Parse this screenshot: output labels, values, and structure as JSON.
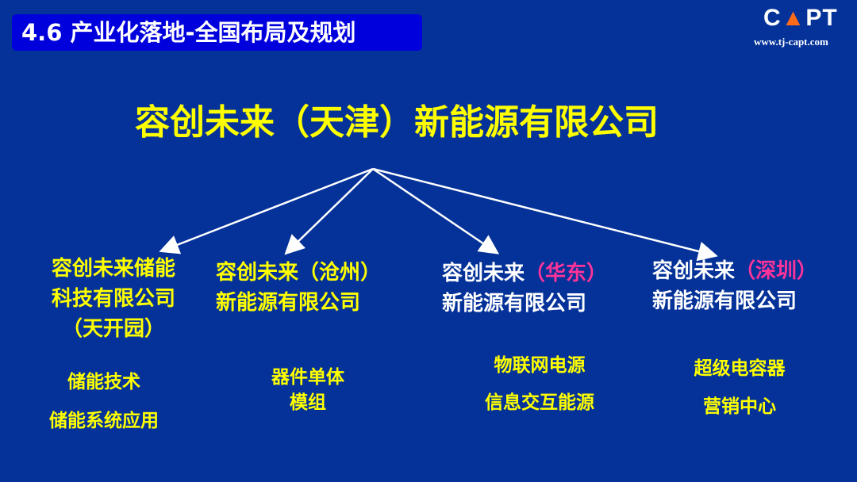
{
  "header": {
    "title": "4.6 产业化落地-全国布局及规划"
  },
  "logo": {
    "text": "CAPT",
    "url": "www.tj-capt.com"
  },
  "root": {
    "name": "容创未来（天津）新能源有限公司"
  },
  "branches": [
    {
      "lines": [
        "容创未来储能",
        "科技有限公司",
        "（天开园）"
      ],
      "items": [
        "储能技术",
        "储能系统应用"
      ]
    },
    {
      "line1": "容创未来（沧州）",
      "line2": "新能源有限公司",
      "items": [
        "器件单体",
        "模组"
      ]
    },
    {
      "prefix": "容创未来",
      "region": "（华东）",
      "line2": "新能源有限公司",
      "items": [
        "物联网电源",
        "信息交互能源"
      ]
    },
    {
      "prefix": "容创未来",
      "region": "（深圳）",
      "line2": "新能源有限公司",
      "items": [
        "超级电容器",
        "营销中心"
      ]
    }
  ],
  "colors": {
    "background": "#043299",
    "header": "#0000dd",
    "yellow": "#ffff00",
    "pink": "#ff3399"
  }
}
